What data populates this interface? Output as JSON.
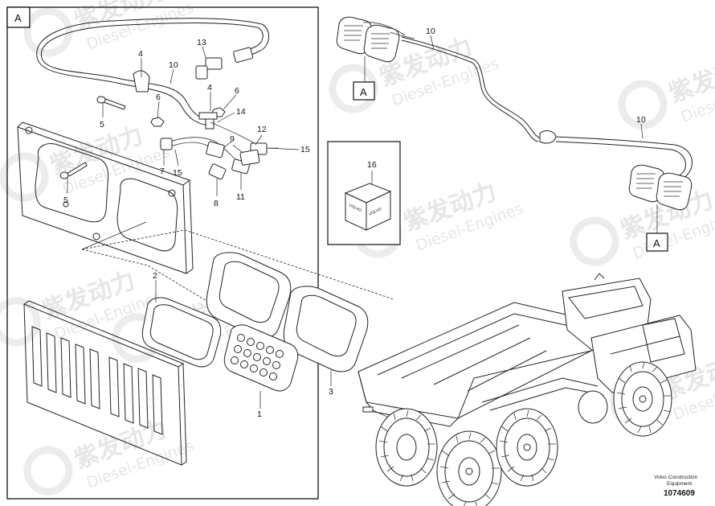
{
  "watermark": {
    "chinese": "紫发动力",
    "english": "Diesel-Engines"
  },
  "detail_view": {
    "label": "A"
  },
  "view_tags": [
    {
      "id": "tag-top",
      "label": "A"
    },
    {
      "id": "tag-bottom",
      "label": "A"
    }
  ],
  "callouts": [
    {
      "id": "c13",
      "label": "13"
    },
    {
      "id": "c4a",
      "label": "4"
    },
    {
      "id": "c10a",
      "label": "10"
    },
    {
      "id": "c4b",
      "label": "4"
    },
    {
      "id": "c6a",
      "label": "6"
    },
    {
      "id": "c5a",
      "label": "5"
    },
    {
      "id": "c6b",
      "label": "6"
    },
    {
      "id": "c14",
      "label": "14"
    },
    {
      "id": "c12",
      "label": "12"
    },
    {
      "id": "c9",
      "label": "9"
    },
    {
      "id": "c15a",
      "label": "15"
    },
    {
      "id": "c7",
      "label": "7"
    },
    {
      "id": "c15b",
      "label": "15"
    },
    {
      "id": "c8",
      "label": "8"
    },
    {
      "id": "c11",
      "label": "11"
    },
    {
      "id": "c5b",
      "label": "5"
    },
    {
      "id": "c2",
      "label": "2"
    },
    {
      "id": "c1",
      "label": "1"
    },
    {
      "id": "c3",
      "label": "3"
    },
    {
      "id": "c16",
      "label": "16"
    },
    {
      "id": "c10b",
      "label": "10"
    },
    {
      "id": "c10c",
      "label": "10"
    }
  ],
  "kit_box_brand": "VOLVO",
  "credit": {
    "line1": "Volvo Construction",
    "line2": "Equipment",
    "reference": "1074609"
  }
}
